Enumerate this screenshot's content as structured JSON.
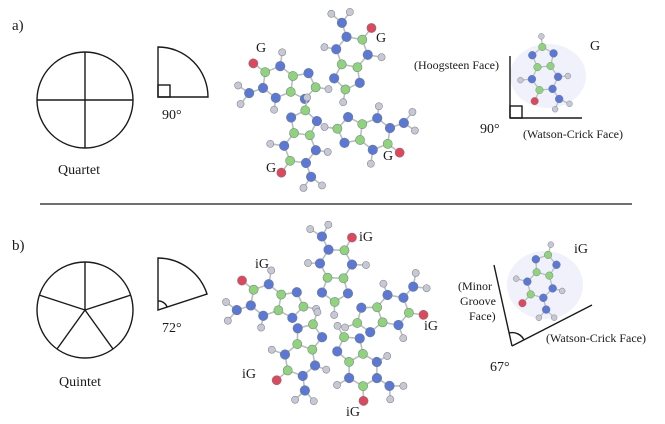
{
  "colors": {
    "carbon": "#8fd37a",
    "nitrogen": "#5b78d6",
    "oxygen": "#e0475a",
    "hydrogen": "#c8c8d4",
    "surface": "#c9cdf0",
    "ink": "#1a1a1a"
  },
  "panel_a": {
    "label": "a)",
    "shape_label": "Quartet",
    "angle_label": "90°",
    "molecule_label": "G",
    "face_top": "(Hoogsteen Face)",
    "face_bottom": "(Watson-Crick Face)",
    "angle_label_2": "90°",
    "molecule_label_2": "G"
  },
  "panel_b": {
    "label": "b)",
    "shape_label": "Quintet",
    "angle_label": "72°",
    "molecule_label": "iG",
    "face_top_1": "(Minor",
    "face_top_2": "Groove",
    "face_top_3": "Face)",
    "face_bottom": "(Watson-Crick Face)",
    "angle_label_2": "67°",
    "molecule_label_2": "iG"
  }
}
